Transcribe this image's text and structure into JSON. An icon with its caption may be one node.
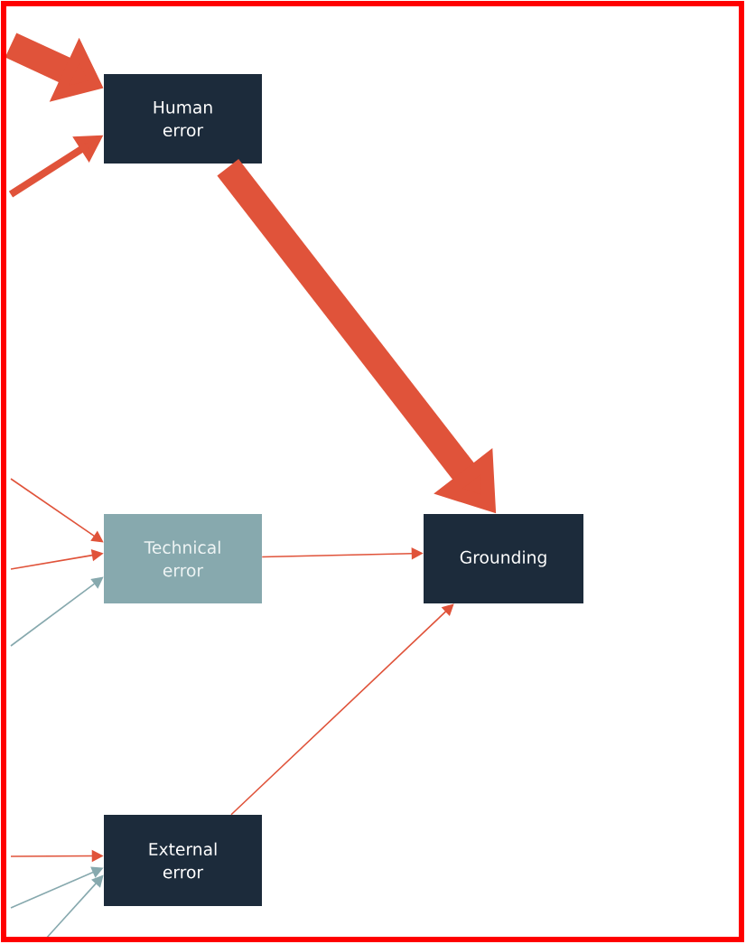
{
  "diagram": {
    "nodes": [
      {
        "text": [
          "Human error"
        ]
      },
      {
        "text": [
          "Technical error"
        ]
      },
      {
        "text": [
          "Grounding"
        ]
      },
      {
        "text": [
          "External error"
        ]
      }
    ],
    "edges": [
      {
        "from": null,
        "to": 0,
        "arrow": "to",
        "style": "thick"
      },
      {
        "from": null,
        "to": 0,
        "arrow": "to",
        "style": "thick"
      },
      {
        "from": 0,
        "to": 2,
        "arrow": "to",
        "style": "thick"
      },
      {
        "from": null,
        "to": 1,
        "arrow": "to"
      },
      {
        "from": null,
        "to": 1,
        "arrow": "to"
      },
      {
        "from": null,
        "to": 1,
        "arrow": "to",
        "color": "#87a9ae"
      },
      {
        "from": 1,
        "to": 2,
        "arrow": "to"
      },
      {
        "from": null,
        "to": 3,
        "arrow": "to"
      },
      {
        "from": null,
        "to": 3,
        "arrow": "to",
        "color": "#87a9ae"
      },
      {
        "from": null,
        "to": 3,
        "arrow": "to",
        "color": "#87a9ae"
      },
      {
        "from": 3,
        "to": 2,
        "arrow": "to"
      }
    ]
  }
}
